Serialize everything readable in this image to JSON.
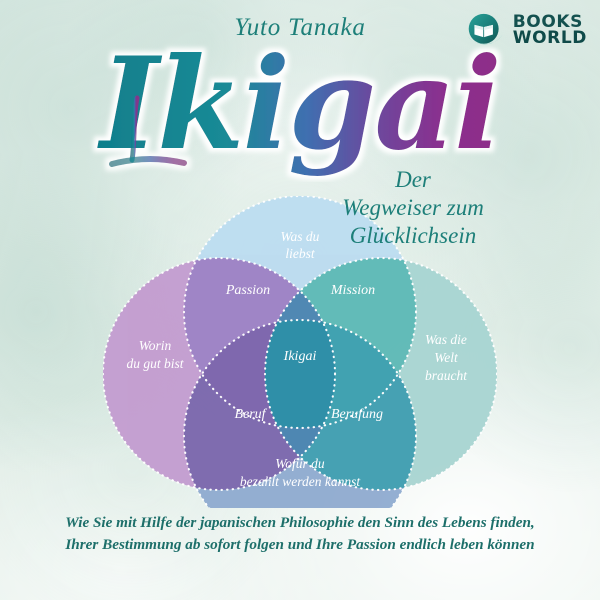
{
  "cover": {
    "author": "Yuto Tanaka",
    "title": "Ikigai",
    "title_part_1": "Ikig",
    "title_part_2": "ai",
    "subtitle_line_1": "Der",
    "subtitle_line_2": "Wegweiser zum",
    "subtitle_line_3": "Glücklichsein",
    "tagline_line_1": "Wie Sie mit Hilfe der japanischen Philosophie den Sinn des Lebens finden,",
    "tagline_line_2": "Ihrer Bestimmung ab sofort folgen und Ihre Passion endlich leben können"
  },
  "publisher": {
    "name_line_1": "BOOKS",
    "name_line_2": "WORLD",
    "logo_icon": "open-book-globe-icon"
  },
  "venn": {
    "circles": [
      {
        "id": "top",
        "label_line_1": "Was du",
        "label_line_2": "liebst",
        "color": "#bcdcf0"
      },
      {
        "id": "left",
        "label_line_1": "Worin",
        "label_line_2": "du gut bist",
        "color": "#c39cd0"
      },
      {
        "id": "right",
        "label_line_1": "Was die",
        "label_line_2": "Welt",
        "label_line_3": "braucht",
        "color": "#a8d5d2"
      },
      {
        "id": "bottom",
        "label_line_1": "Wofür du",
        "label_line_2": "bezahlt werden kannst",
        "color": "#8fabd0"
      }
    ],
    "overlaps": [
      {
        "id": "passion",
        "label": "Passion",
        "color": "#9b82c4"
      },
      {
        "id": "mission",
        "label": "Mission",
        "color": "#5cb8b5"
      },
      {
        "id": "beruf",
        "label": "Beruf",
        "color": "#7d66ab"
      },
      {
        "id": "berufung",
        "label": "Berufung",
        "color": "#3f9fb0"
      }
    ],
    "center": {
      "id": "ikigai",
      "label": "Ikigai",
      "color": "#2f8fa8"
    }
  },
  "colors": {
    "background": "#dbeae3",
    "accent_teal": "#1a8a96",
    "accent_purple": "#8b2f8e",
    "text_teal": "#1d7f79",
    "logo_teal": "#14514f"
  }
}
